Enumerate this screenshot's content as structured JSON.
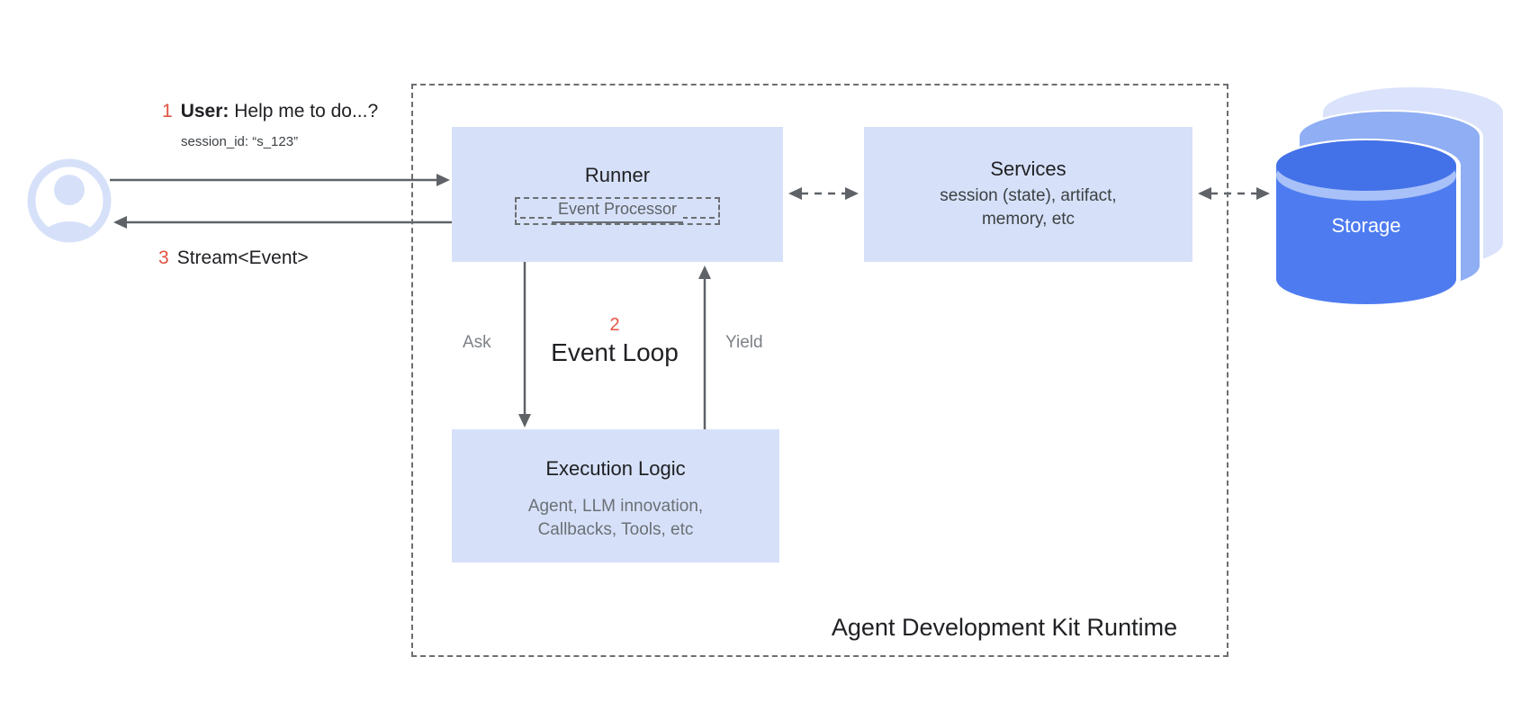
{
  "user_flow": {
    "step1_num": "1",
    "step1_label": "User:",
    "step1_text": "Help me to do...?",
    "session_line": "session_id: “s_123”",
    "step3_num": "3",
    "step3_text": "Stream<Event>",
    "user_icon": "user-avatar-icon"
  },
  "runtime": {
    "title": "Agent Development Kit Runtime",
    "runner": {
      "title": "Runner",
      "subcomponent": "Event Processor"
    },
    "services": {
      "title": "Services",
      "subtitle_line1": "session (state), artifact,",
      "subtitle_line2": "memory, etc"
    },
    "execution_logic": {
      "title": "Execution Logic",
      "subtitle_line1": "Agent, LLM innovation,",
      "subtitle_line2": "Callbacks, Tools, etc"
    },
    "event_loop": {
      "num": "2",
      "label": "Event Loop",
      "ask_label": "Ask",
      "yield_label": "Yield"
    }
  },
  "storage": {
    "label": "Storage",
    "icon": "database-cylinders-icon"
  },
  "colors": {
    "box_fill": "#D6E1F9",
    "line_gray": "#5F6368",
    "dashed_border": "#6B6E72",
    "text_dark": "#202124",
    "text_gray": "#6B7076",
    "accent_red": "#E35243",
    "storage_front": "#4E7CF0",
    "storage_front_top": "#4371E8",
    "storage_rim": "#A8C1F8",
    "storage_middle": "#90AEF4",
    "storage_back": "#DAE3FB",
    "avatar_fill": "#D6E1F9"
  }
}
